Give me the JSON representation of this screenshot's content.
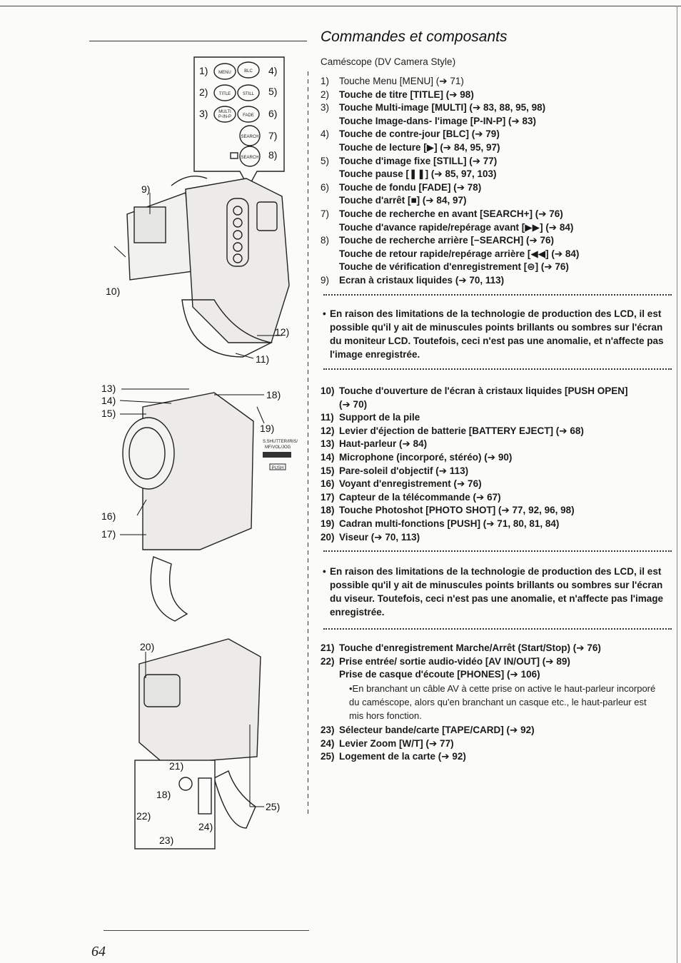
{
  "header": {
    "title": "Commandes et composants",
    "subtitle": "Caméscope (DV Camera Style)"
  },
  "list_a": [
    {
      "num": "1)",
      "text": "Touche Menu [MENU] (➔ 71)"
    },
    {
      "num": "2)",
      "text": "Touche de titre [TITLE] (➔ 98)"
    },
    {
      "num": "3)",
      "text": "Touche Multi-image [MULTI] (➔ 83, 88, 95, 98)"
    },
    {
      "num": "",
      "text": "Touche Image-dans- l'image [P-IN-P] (➔ 83)"
    },
    {
      "num": "4)",
      "text": "Touche de contre-jour [BLC] (➔ 79)"
    },
    {
      "num": "",
      "text": "Touche de lecture [▶] (➔ 84, 95, 97)"
    },
    {
      "num": "5)",
      "text": "Touche d'image fixe [STILL] (➔ 77)"
    },
    {
      "num": "",
      "text": "Touche pause [❚❚] (➔ 85, 97, 103)"
    },
    {
      "num": "6)",
      "text": "Touche de fondu [FADE] (➔ 78)"
    },
    {
      "num": "",
      "text": "Touche d'arrêt [■] (➔ 84, 97)"
    },
    {
      "num": "7)",
      "text": "Touche de recherche en avant [SEARCH+] (➔ 76)"
    },
    {
      "num": "",
      "text": "Touche d'avance rapide/repérage avant [▶▶] (➔ 84)"
    },
    {
      "num": "8)",
      "text": "Touche de recherche arrière [−SEARCH] (➔ 76)"
    },
    {
      "num": "",
      "text": "Touche de retour rapide/repérage arrière [◀◀] (➔ 84)"
    },
    {
      "num": "",
      "text": "Touche de vérification d'enregistrement [⊜] (➔ 76)"
    },
    {
      "num": "9)",
      "text": "Ecran à cristaux liquides (➔ 70, 113)"
    }
  ],
  "note_1": "En raison des limitations de la technologie de production des LCD, il est possible qu'il y ait de minuscules points brillants ou sombres sur l'écran du moniteur LCD. Toutefois, ceci n'est pas une anomalie, et n'affecte pas l'image enregistrée.",
  "list_b": [
    {
      "num": "10)",
      "text": "Touche d'ouverture de l'écran à cristaux liquides [PUSH OPEN]"
    },
    {
      "num": "",
      "text": "(➔ 70)"
    },
    {
      "num": "11)",
      "text": "Support de la pile"
    },
    {
      "num": "12)",
      "text": "Levier d'éjection de batterie [BATTERY EJECT] (➔ 68)"
    },
    {
      "num": "13)",
      "text": "Haut-parleur (➔ 84)"
    },
    {
      "num": "14)",
      "text": "Microphone (incorporé, stéréo) (➔ 90)"
    },
    {
      "num": "15)",
      "text": "Pare-soleil d'objectif (➔ 113)"
    },
    {
      "num": "16)",
      "text": "Voyant d'enregistrement (➔ 76)"
    },
    {
      "num": "17)",
      "text": "Capteur de la télécommande (➔ 67)"
    },
    {
      "num": "18)",
      "text": "Touche Photoshot [PHOTO SHOT] (➔ 77, 92, 96, 98)"
    },
    {
      "num": "19)",
      "text": "Cadran multi-fonctions [PUSH] (➔ 71, 80, 81, 84)"
    },
    {
      "num": "20)",
      "text": "Viseur (➔ 70, 113)"
    }
  ],
  "note_2": "En raison des limitations de la technologie de production des LCD, il est possible qu'il y ait de minuscules points brillants ou sombres sur l'écran du viseur. Toutefois, ceci n'est pas une anomalie, et n'affecte pas l'image enregistrée.",
  "list_c": [
    {
      "num": "21)",
      "text": "Touche d'enregistrement Marche/Arrêt (Start/Stop) (➔ 76)"
    },
    {
      "num": "22)",
      "text": "Prise entrée/ sortie audio-vidéo [AV IN/OUT] (➔ 89)"
    },
    {
      "num": "",
      "text": "Prise de casque d'écoute [PHONES] (➔ 106)"
    }
  ],
  "sub_note": "•En branchant un câble AV à cette prise on active le haut-parleur incorporé du caméscope, alors qu'en branchant un casque etc., le haut-parleur est mis hors fonction.",
  "list_d": [
    {
      "num": "23)",
      "text": "Sélecteur bande/carte [TAPE/CARD] (➔ 92)"
    },
    {
      "num": "24)",
      "text": "Levier Zoom [W/T] (➔ 77)"
    },
    {
      "num": "25)",
      "text": "Logement de la carte (➔ 92)"
    }
  ],
  "figure": {
    "button_labels": {
      "b1": "MENU",
      "b2": "BLC",
      "b3": "TITLE",
      "b4": "STILL",
      "b5a": "MULTI",
      "b5b": "P-IN-P",
      "b6": "FADE",
      "b7": "SEARCH",
      "b8": "SEARCH"
    },
    "callouts": {
      "c1": "1)",
      "c2": "2)",
      "c3": "3)",
      "c4": "4)",
      "c5": "5)",
      "c6": "6)",
      "c7": "7)",
      "c8": "8)",
      "c9": "9)",
      "c10": "10)",
      "c11": "11)",
      "c12": "12)",
      "c13": "13)",
      "c14": "14)",
      "c15": "15)",
      "c16": "16)",
      "c17": "17)",
      "c18": "18)",
      "c19": "19)",
      "c20": "20)",
      "c21": "21)",
      "c18b": "18)",
      "c22": "22)",
      "c23": "23)",
      "c24": "24)",
      "c25": "25)"
    },
    "dial_label_1": "S.SHUTTER/IRIS/",
    "dial_label_2": "MF/VOL/JOG",
    "push_label": "PUSH"
  },
  "page_number": "64"
}
